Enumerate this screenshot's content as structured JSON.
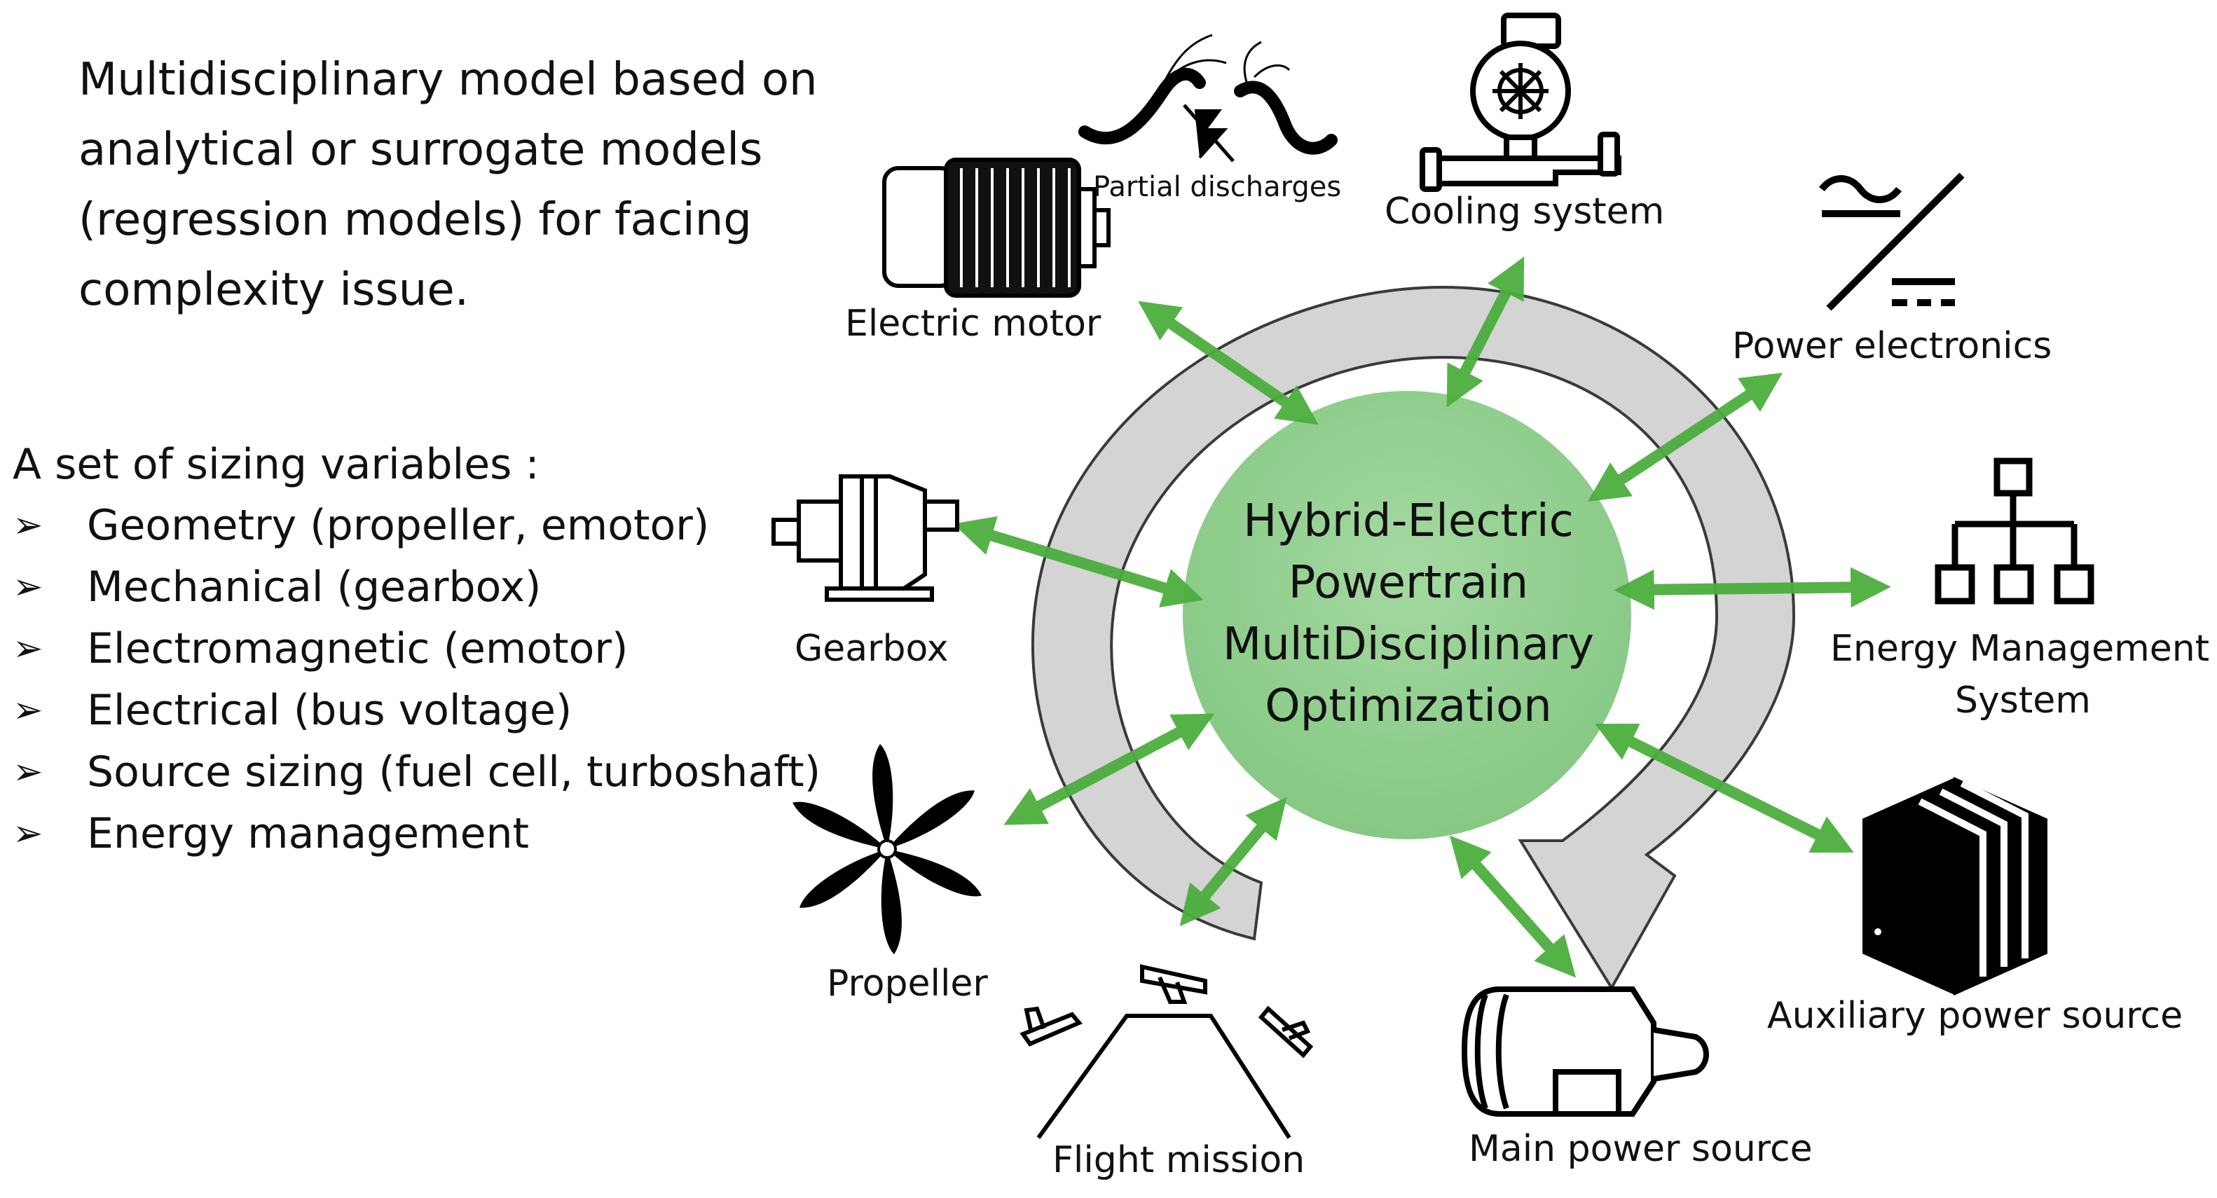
{
  "intro_lines": [
    "Multidisciplinary model based on",
    "analytical or surrogate models",
    "(regression models) for facing",
    "complexity issue."
  ],
  "sizing_variables": {
    "heading": "A set of sizing variables :",
    "bullet_glyph": "➢",
    "items": [
      "Geometry (propeller, emotor)",
      "Mechanical (gearbox)",
      "Electromagnetic (emotor)",
      "Electrical (bus voltage)",
      "Source sizing (fuel cell, turboshaft)",
      "Energy management"
    ]
  },
  "center": {
    "lines": [
      "Hybrid-Electric",
      "Powertrain",
      "MultiDisciplinary",
      "Optimization"
    ],
    "color": "#8dcc8b"
  },
  "components": {
    "electric_motor": "Electric motor",
    "partial_discharges": "Partial discharges",
    "cooling_system": "Cooling system",
    "power_electronics": "Power electronics",
    "energy_management_line1": "Energy Management",
    "energy_management_line2": "System",
    "auxiliary_power_source": "Auxiliary power source",
    "main_power_source": "Main power source",
    "flight_mission": "Flight mission",
    "propeller": "Propeller",
    "gearbox": "Gearbox"
  },
  "colors": {
    "arrow": "#4cae3e",
    "cycle_arrow_fill": "#d4d4d4",
    "cycle_arrow_stroke": "#3a3a3a",
    "icon": "#000000"
  },
  "icons": [
    "electric-motor-icon",
    "cable-discharge-icon",
    "pump-icon",
    "ac-dc-converter-icon",
    "hierarchy-icon",
    "battery-icon",
    "turbine-engine-icon",
    "flight-profile-icon",
    "propeller-icon",
    "gearbox-icon",
    "cycle-arrow-icon"
  ]
}
